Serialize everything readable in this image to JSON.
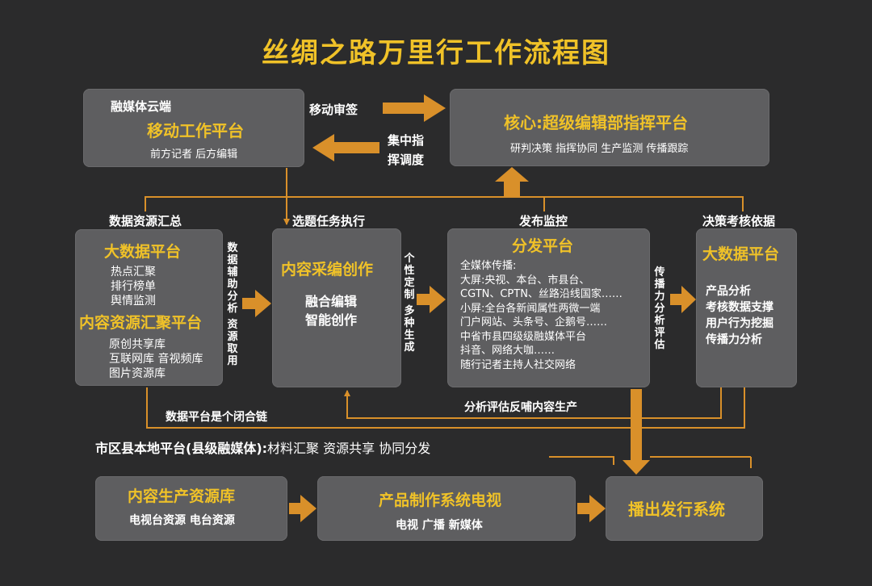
{
  "title": "丝绸之路万里行工作流程图",
  "cloud_box": {
    "label": "融媒体云端",
    "title": "移动工作平台",
    "subtitle": "前方记者 后方编辑"
  },
  "arrows": {
    "mobile_review": "移动审签",
    "central_command_line1": "集中指",
    "central_command_line2": "挥调度"
  },
  "core_box": {
    "title": "核心:超级编辑部指挥平台",
    "subtitle": "研判决策 指挥协同 生产监测 传播跟踪"
  },
  "column_labels": {
    "data_aggregation": "数据资源汇总",
    "task_execution": "选题任务执行",
    "publish_monitor": "发布监控",
    "decision_basis": "决策考核依据"
  },
  "bigdata_left": {
    "title1": "大数据平台",
    "items1": [
      "热点汇聚",
      "排行榜单",
      "舆情监测"
    ],
    "title2": "内容资源汇聚平台",
    "items2": [
      "原创共享库",
      "互联网库 音视频库",
      "图片资源库"
    ]
  },
  "vertical_labels": {
    "data_assist": "数据辅助分析",
    "resource_fetch": "资源取用",
    "personalized": "个性定制",
    "multi_gen": "多种生成",
    "spread_eval": "传播力分析评估"
  },
  "content_box": {
    "title": "内容采编创作",
    "items": [
      "融合编辑",
      "智能创作"
    ]
  },
  "dist_box": {
    "title": "分发平台",
    "items": [
      "全媒体传播:",
      "大屏:央视、本台、市县台、",
      "CGTN、CPTN、丝路沿线国家……",
      "小屏:全台各新闻属性两微一端",
      "门户网站、头条号、企鹅号……",
      "中省市县四级级融媒体平台",
      "抖音、网络大咖……",
      "随行记者主持人社交网络"
    ]
  },
  "bigdata_right": {
    "title": "大数据平台",
    "items": [
      "产品分析",
      "考核数据支撑",
      "用户行为挖掘",
      "传播力分析"
    ]
  },
  "feedback_label": "分析评估反哺内容生产",
  "closed_loop_label": "数据平台是个闭合链",
  "local_platform": {
    "prefix": "市区县本地平台(县级融媒体):",
    "suffix": "材料汇聚 资源共享 协同分发"
  },
  "bottom_boxes": {
    "resource": {
      "title": "内容生产资源库",
      "subtitle": "电视台资源 电台资源"
    },
    "product": {
      "title": "产品制作系统电视",
      "subtitle": "电视 广播 新媒体"
    },
    "broadcast": {
      "title": "播出发行系统"
    }
  },
  "colors": {
    "background": "#2b2b2c",
    "box": "#5e5e60",
    "accent": "#f0c228",
    "arrow": "#d9902a"
  }
}
